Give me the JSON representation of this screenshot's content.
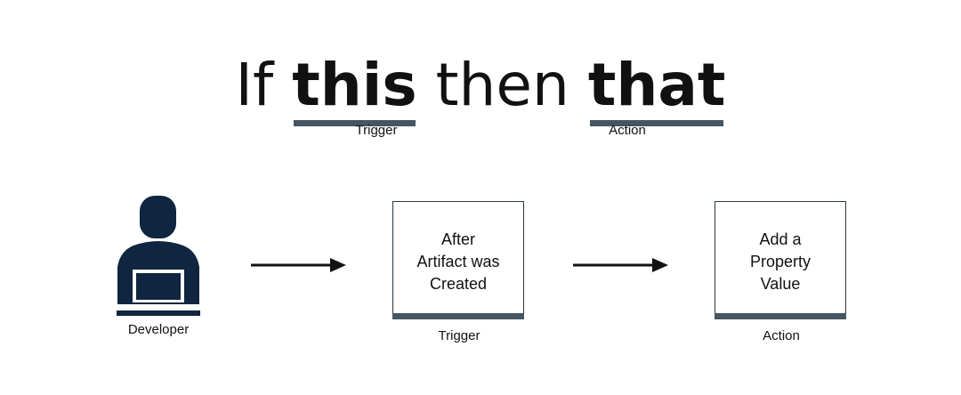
{
  "headline": {
    "if": "If",
    "this": "this",
    "then": "then",
    "that": "that",
    "this_label": "Trigger",
    "that_label": "Action"
  },
  "flow": {
    "developer_label": "Developer",
    "trigger_box_text": "After\nArtifact was\nCreated",
    "trigger_box_label": "Trigger",
    "action_box_text": "Add a\nProperty\nValue",
    "action_box_label": "Action"
  },
  "colors": {
    "accent": "#455564",
    "icon": "#0f2540",
    "text": "#111111"
  }
}
